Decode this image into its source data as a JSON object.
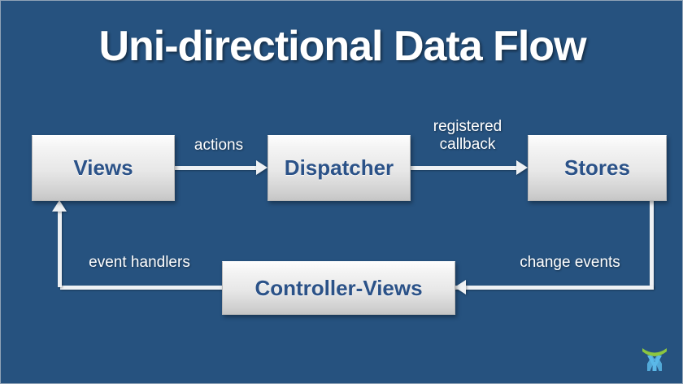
{
  "slide": {
    "title": "Uni-directional Data Flow",
    "background_color": "#26527f",
    "node_text_color": "#2b5288",
    "connector_color": "#eef1f4"
  },
  "nodes": [
    {
      "id": "views",
      "label": "Views"
    },
    {
      "id": "dispatcher",
      "label": "Dispatcher"
    },
    {
      "id": "stores",
      "label": "Stores"
    },
    {
      "id": "controller",
      "label": "Controller-Views"
    }
  ],
  "edges": [
    {
      "id": "actions",
      "label": "actions",
      "from": "views",
      "to": "dispatcher"
    },
    {
      "id": "callback",
      "label": "registered\ncallback",
      "from": "dispatcher",
      "to": "stores"
    },
    {
      "id": "change",
      "label": "change events",
      "from": "stores",
      "to": "controller"
    },
    {
      "id": "event",
      "label": "event handlers",
      "from": "controller",
      "to": "views"
    }
  ],
  "logo": {
    "name": "company-logo",
    "arc_color": "#8cc63f",
    "mark_color": "#5bb8e8"
  }
}
